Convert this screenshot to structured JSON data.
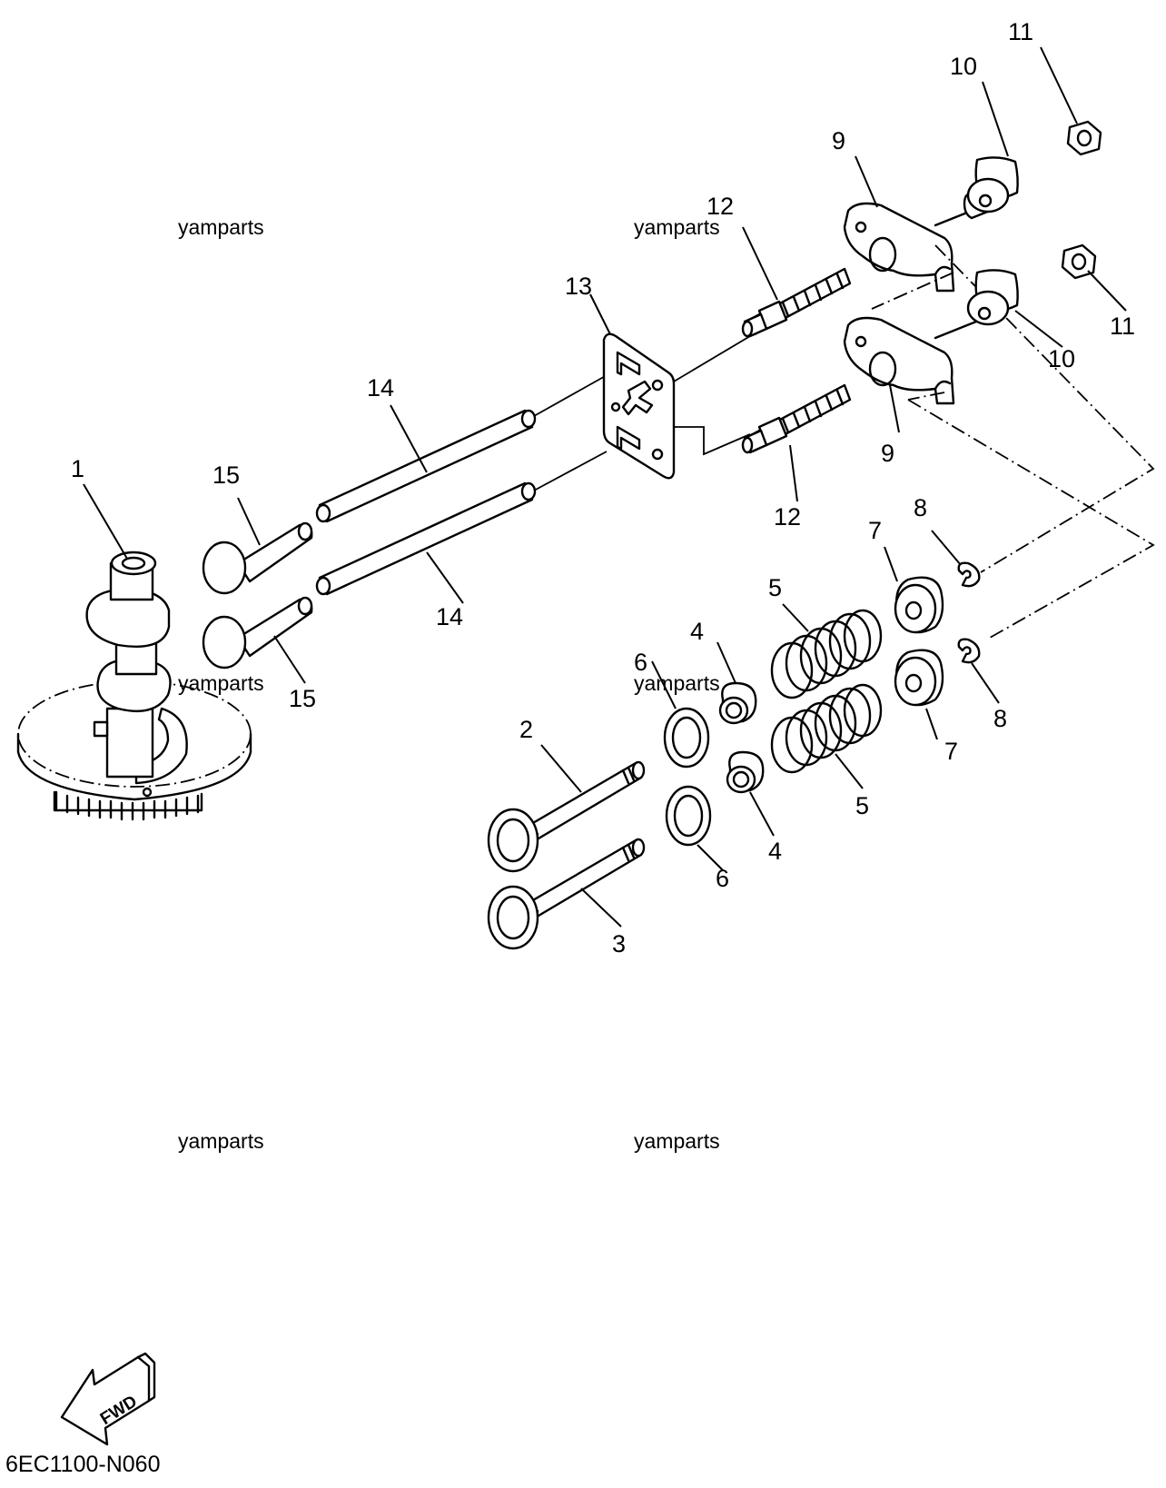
{
  "callouts": {
    "c1": "1",
    "c2": "2",
    "c3": "3",
    "c4a": "4",
    "c4b": "4",
    "c5a": "5",
    "c5b": "5",
    "c6a": "6",
    "c6b": "6",
    "c7a": "7",
    "c7b": "7",
    "c8a": "8",
    "c8b": "8",
    "c9a": "9",
    "c9b": "9",
    "c10a": "10",
    "c10b": "10",
    "c11a": "11",
    "c11b": "11",
    "c12a": "12",
    "c12b": "12",
    "c13": "13",
    "c14a": "14",
    "c14b": "14",
    "c15a": "15",
    "c15b": "15"
  },
  "watermarks": [
    "yamparts",
    "yamparts",
    "yamparts",
    "yamparts",
    "yamparts",
    "yamparts"
  ],
  "fwd_label": "FWD",
  "diagram_code": "6EC1100-N060",
  "line_color": "#000000",
  "background": "#ffffff"
}
